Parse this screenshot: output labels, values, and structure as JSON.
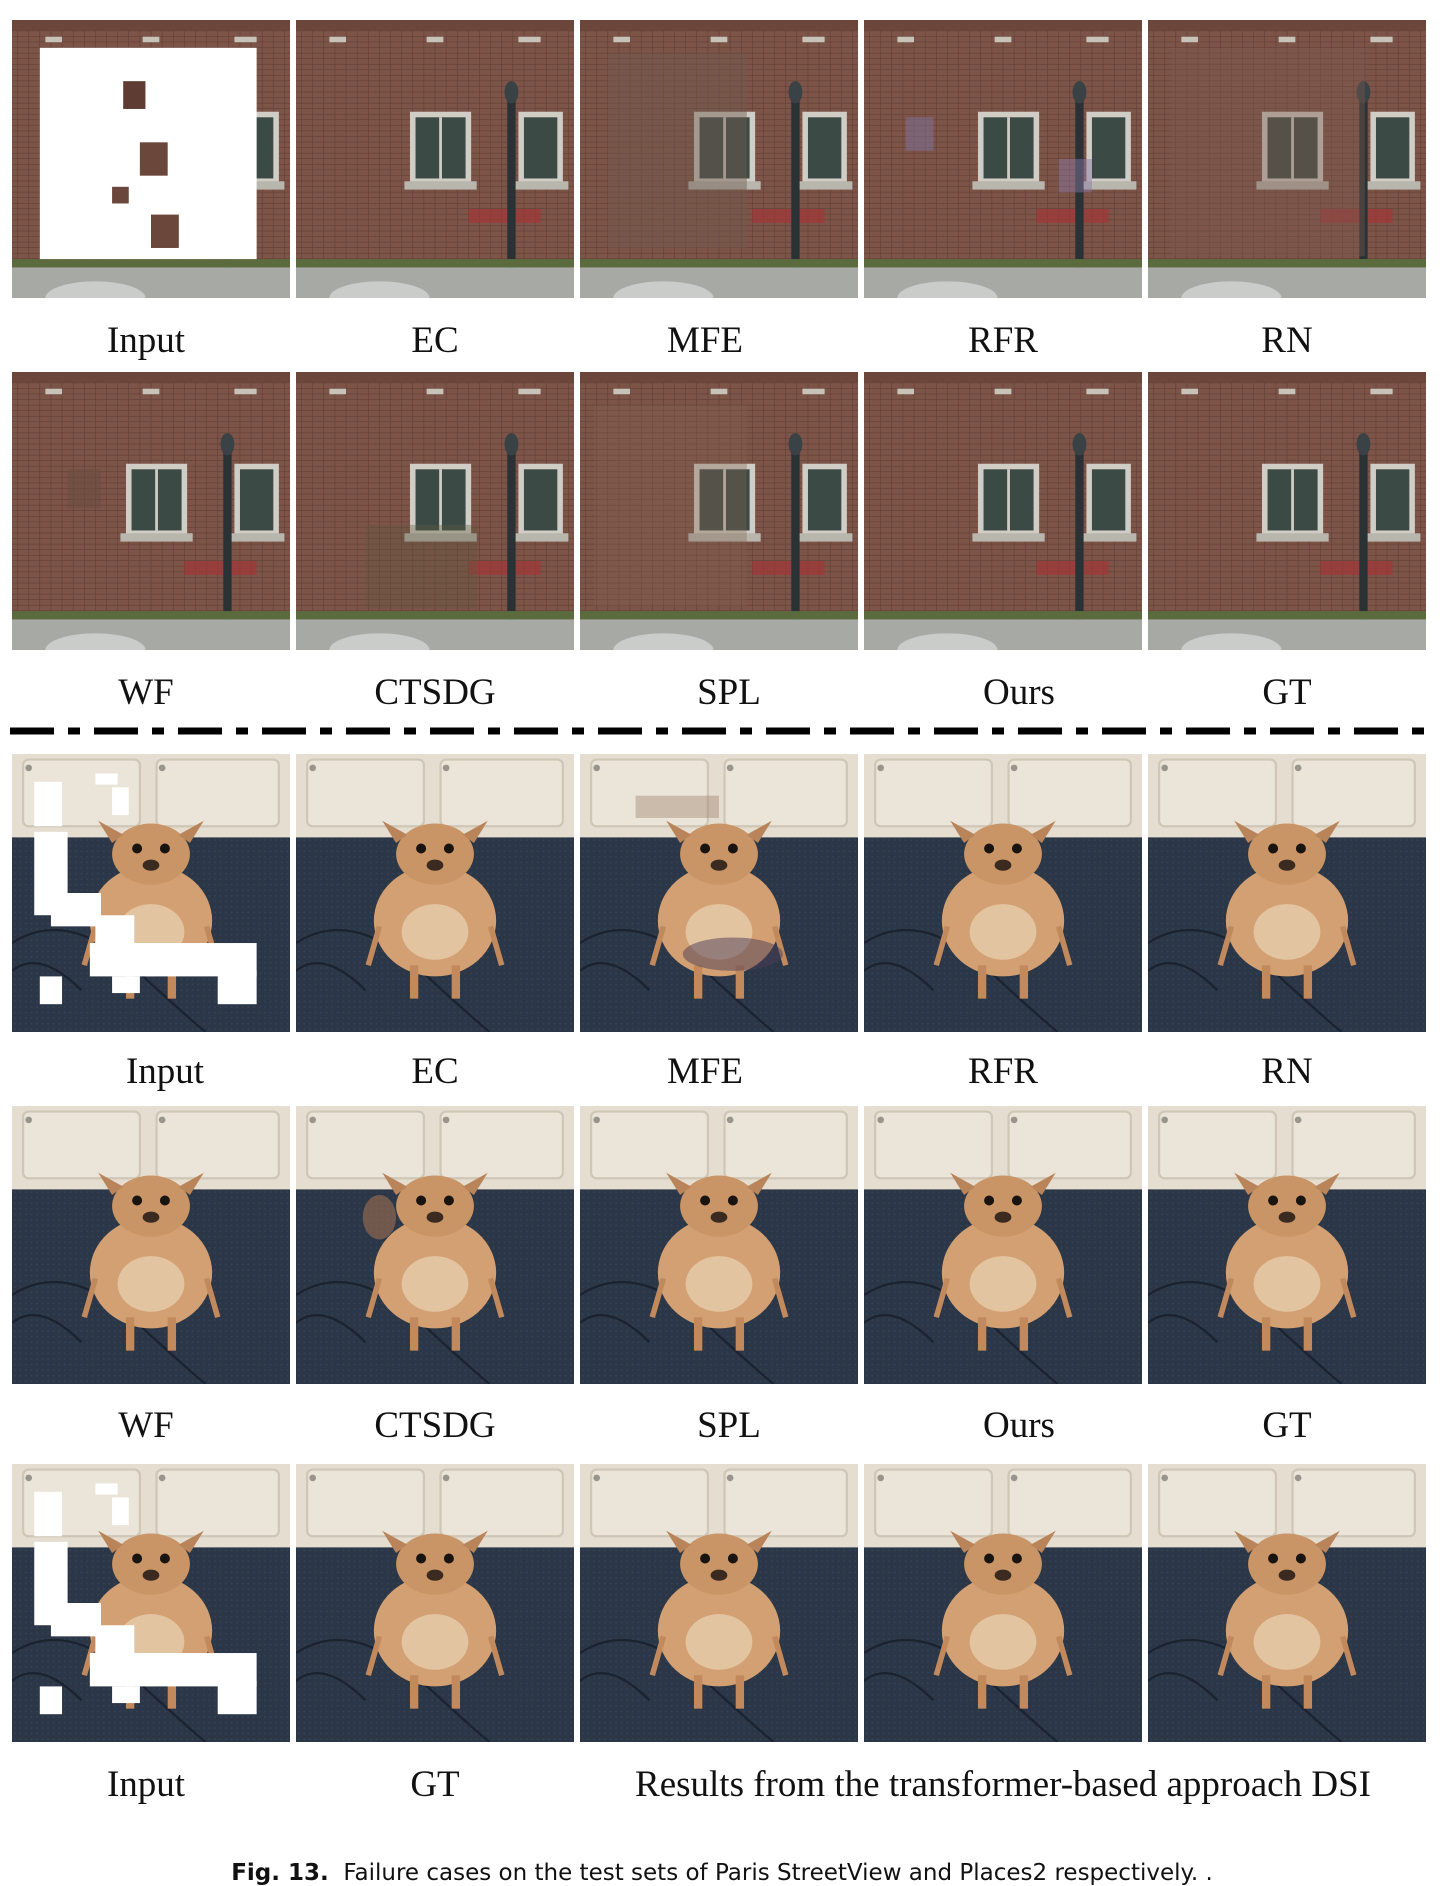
{
  "sections": {
    "paris": {
      "row1_labels": [
        "Input",
        "EC",
        "MFE",
        "RFR",
        "RN"
      ],
      "row2_labels": [
        "WF",
        "CTSDG",
        "SPL",
        "Ours",
        "GT"
      ]
    },
    "places": {
      "row1_labels": [
        "Input",
        "EC",
        "MFE",
        "RFR",
        "RN"
      ],
      "row2_labels": [
        "WF",
        "CTSDG",
        "SPL",
        "Ours",
        "GT"
      ],
      "row3_labels": [
        "Input",
        "GT"
      ],
      "row3_note": "Results from the transformer-based approach DSI"
    }
  },
  "caption": {
    "fig_label": "Fig. 13.",
    "text": "Failure cases on the test sets of Paris StreetView and Places2 respectively. ."
  },
  "colors": {
    "brick": "#7d5448",
    "brick_dark": "#5e3c33",
    "window": "#3c4a45",
    "window_frame": "#cfcdc5",
    "pavement": "#a7a9a4",
    "cabinet": "#e4ddd0",
    "floor": "#2b3646",
    "dog": "#d2a072",
    "mask": "#ffffff"
  },
  "icons": [
    "building-photo",
    "dog-photo",
    "inpainting-mask"
  ]
}
